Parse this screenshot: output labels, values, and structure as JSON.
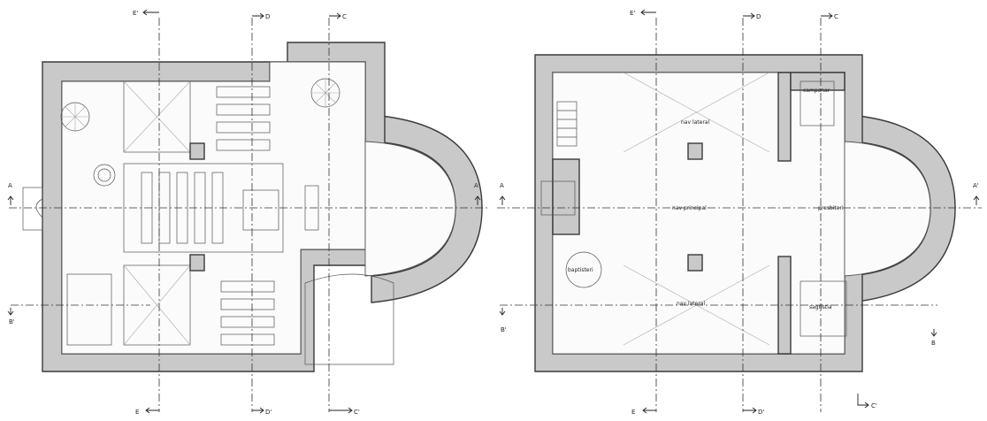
{
  "section_marks": {
    "a": "A",
    "a_prime": "A'",
    "b": "B",
    "b_prime": "B'",
    "c": "C",
    "c_prime": "C'",
    "d": "D",
    "d_prime": "D'",
    "e": "E",
    "e_prime": "E'"
  },
  "room_labels": {
    "nav_lateral_north": "nav lateral",
    "nav_principal": "nav principal",
    "nav_lateral_south": "nav lateral",
    "campanar": "campanar",
    "presbiteri": "presbiteri",
    "baptisteri": "baptisteri",
    "sagristia": "sagristia"
  },
  "colors": {
    "wall_fill": "#c9c9c9",
    "line": "#333333",
    "paper": "#ffffff"
  }
}
